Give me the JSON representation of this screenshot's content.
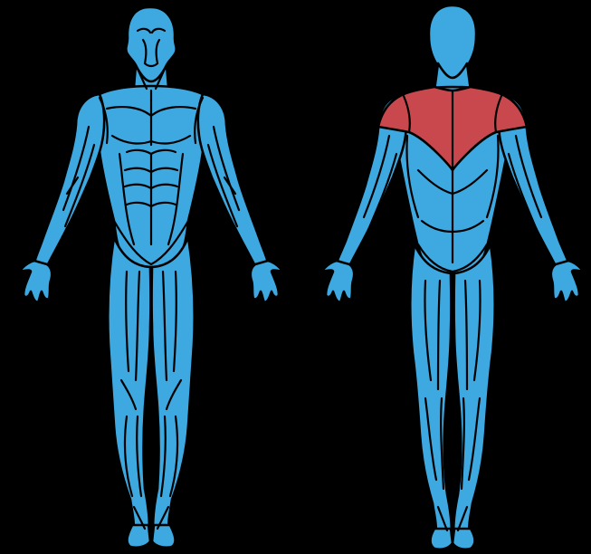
{
  "colors": {
    "background": "#000000",
    "muscle": "#3DA9E0",
    "highlight": "#C9484E",
    "outline": "#000000"
  },
  "figures": [
    {
      "view": "front",
      "highlighted_muscles": []
    },
    {
      "view": "back",
      "highlighted_muscles": [
        "trapezius"
      ]
    }
  ]
}
